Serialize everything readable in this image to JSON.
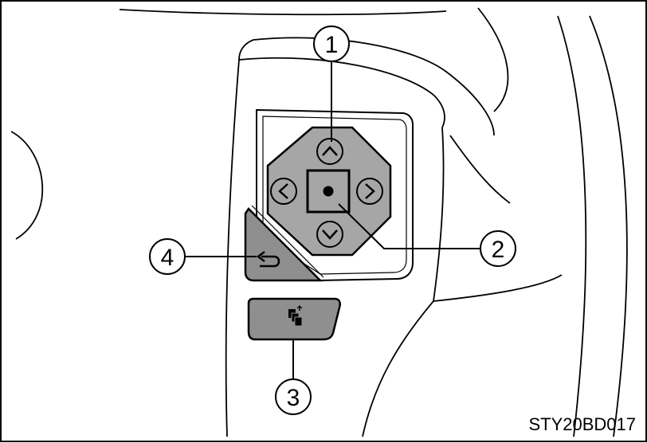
{
  "figure": {
    "code": "STY20BD017"
  },
  "callouts": [
    {
      "label": "1"
    },
    {
      "label": "2"
    },
    {
      "label": "3"
    },
    {
      "label": "4"
    }
  ],
  "buttons": {
    "up": {
      "icon": "chevron-up-icon"
    },
    "down": {
      "icon": "chevron-down-icon"
    },
    "left": {
      "icon": "chevron-left-icon"
    },
    "right": {
      "icon": "chevron-right-icon"
    },
    "enter": {
      "icon": "dot-icon"
    },
    "back": {
      "icon": "return-arrow-icon"
    },
    "display": {
      "icon": "display-mode-icon"
    }
  },
  "colors": {
    "panel_gray": "#a6a6a6",
    "button_gray": "#8f8f8f",
    "line": "#000000"
  }
}
